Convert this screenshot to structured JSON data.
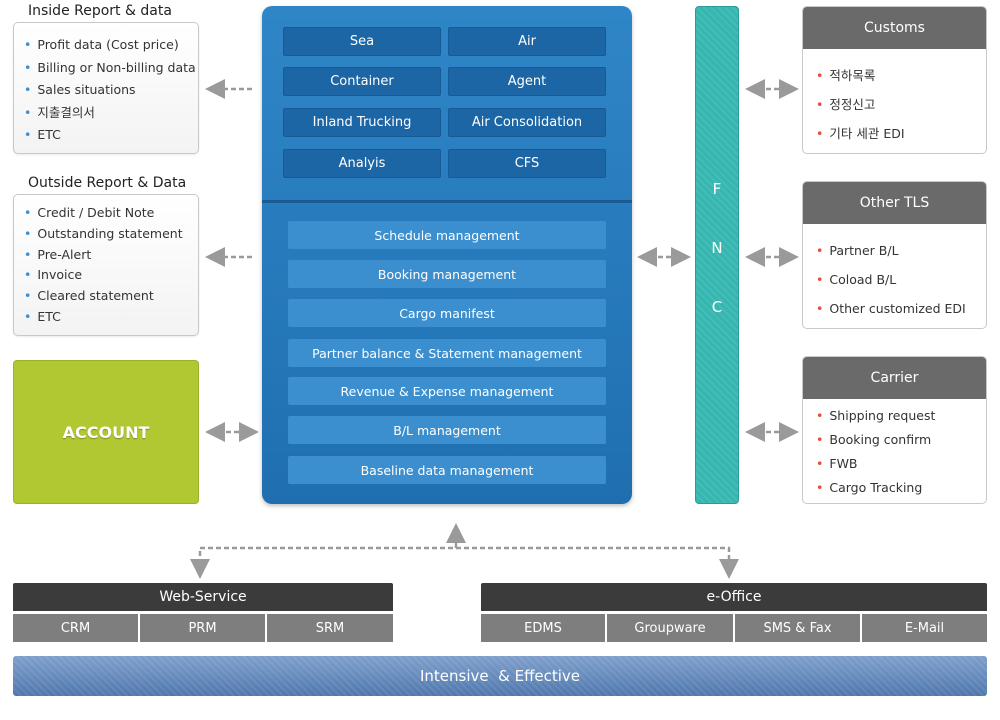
{
  "left": {
    "inside": {
      "title": "Inside Report & data",
      "items": [
        "Profit data (Cost price)",
        "Billing or Non-billing data",
        "Sales situations",
        "지출결의서",
        "ETC"
      ]
    },
    "outside": {
      "title": "Outside Report & Data",
      "items": [
        "Credit / Debit Note",
        "Outstanding statement",
        "Pre-Alert",
        "Invoice",
        "Cleared statement",
        "ETC"
      ]
    },
    "account": "ACCOUNT"
  },
  "central": {
    "modules": [
      "Sea",
      "Air",
      "Container",
      "Agent",
      "Inland Trucking",
      "Air Consolidation",
      "Analyis",
      "CFS"
    ],
    "management": [
      "Schedule management",
      "Booking management",
      "Cargo manifest",
      "Partner balance & Statement management",
      "Revenue & Expense management",
      "B/L management",
      "Baseline data management"
    ]
  },
  "fnc": [
    "F",
    "N",
    "C"
  ],
  "right": {
    "customs": {
      "title": "Customs",
      "items": [
        "적하목록",
        "정정신고",
        "기타 세관 EDI"
      ]
    },
    "other_tls": {
      "title": "Other TLS",
      "items": [
        "Partner B/L",
        "Coload B/L",
        "Other customized EDI"
      ]
    },
    "carrier": {
      "title": "Carrier",
      "items": [
        "Shipping request",
        "Booking confirm",
        "FWB",
        "Cargo Tracking"
      ]
    }
  },
  "bottom": {
    "web_service": {
      "title": "Web-Service",
      "items": [
        "CRM",
        "PRM",
        "SRM"
      ]
    },
    "e_office": {
      "title": "e-Office",
      "items": [
        "EDMS",
        "Groupware",
        "SMS & Fax",
        "E-Mail"
      ]
    },
    "footer": "Intensive  & Effective"
  },
  "colors": {
    "central_blue": "#2a7fc1",
    "account_green": "#b1c832",
    "fnc_teal": "#35b6b0",
    "header_gray": "#6a6a6a",
    "arrow_gray": "#9a9a9a"
  }
}
